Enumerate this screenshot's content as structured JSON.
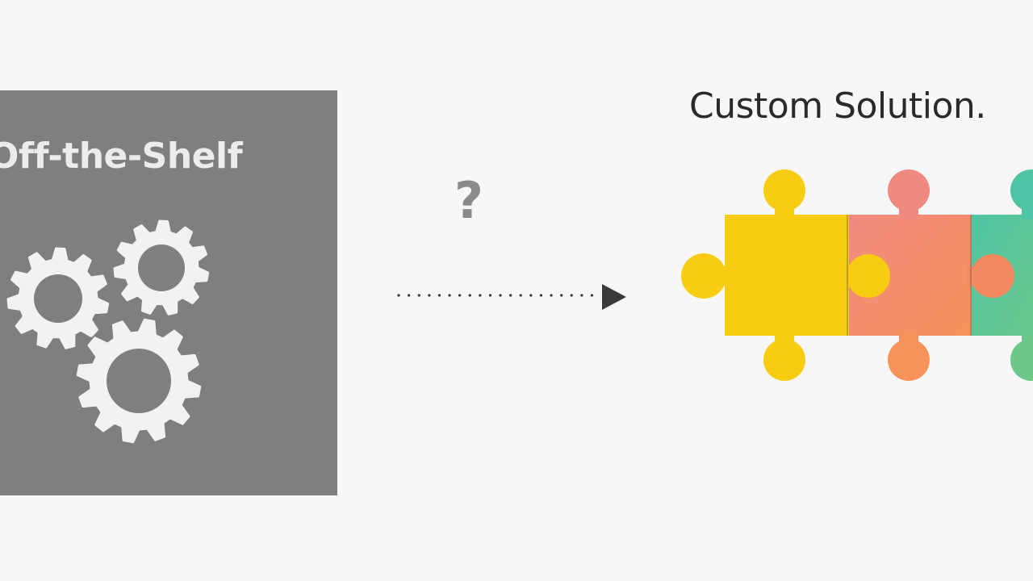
{
  "left_panel": {
    "title": "Off-the-Shelf",
    "icon": "gears-icon"
  },
  "middle": {
    "question": "?",
    "connector": "dotted-arrow-right"
  },
  "right_panel": {
    "title": "Custom Solution.",
    "icon": "puzzle-pieces-icon"
  },
  "colors": {
    "background": "#f7f7f7",
    "panel_gray": "#7f7f7f",
    "gear_white": "#f2f2f2",
    "question_gray": "#8a8a8a",
    "arrow_dark": "#3a3a3a",
    "title_dark": "#2a2a2a",
    "puzzle_yellow": "#f8cc11",
    "puzzle_coral": "#f1876e",
    "puzzle_green": "#5cc49a"
  }
}
